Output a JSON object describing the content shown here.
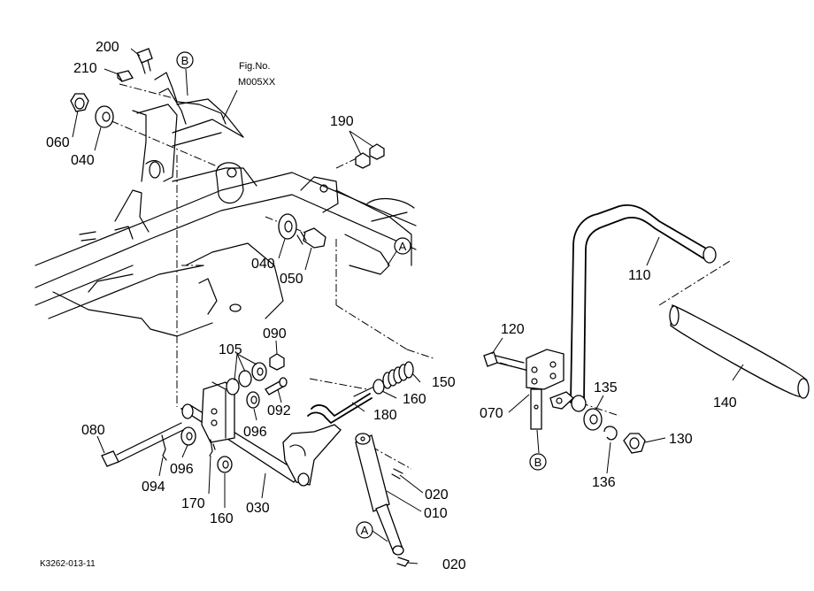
{
  "figure": {
    "fig_no_label": "Fig.No.",
    "fig_no_value": "M005XX",
    "drawing_code": "K3262-013-11"
  },
  "callouts": {
    "b_top": "B",
    "b_bottom": "B",
    "a_right": "A",
    "a_bottom": "A"
  },
  "parts": {
    "p200": "200",
    "p210": "210",
    "p060": "060",
    "p040_top": "040",
    "p190": "190",
    "p040_mid": "040",
    "p050": "050",
    "p105": "105",
    "p090": "090",
    "p092": "092",
    "p096_right": "096",
    "p080": "080",
    "p096_left": "096",
    "p094": "094",
    "p170": "170",
    "p160_left": "160",
    "p030": "030",
    "p180": "180",
    "p160_right": "160",
    "p150": "150",
    "p020_mid": "020",
    "p010": "010",
    "p020_bottom": "020",
    "p110": "110",
    "p120": "120",
    "p070": "070",
    "p135": "135",
    "p140": "140",
    "p130": "130",
    "p136": "136"
  }
}
